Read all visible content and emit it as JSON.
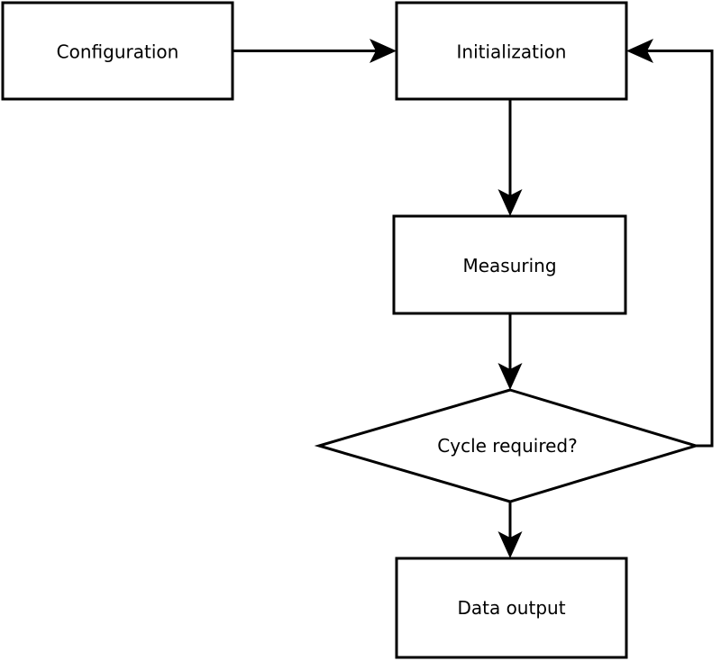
{
  "diagram": {
    "type": "flowchart",
    "background_color": "#ffffff",
    "stroke_color": "#000000",
    "text_color": "#000000",
    "nodes": [
      {
        "id": "configuration",
        "label": "Configuration",
        "shape": "rectangle"
      },
      {
        "id": "initialization",
        "label": "Initialization",
        "shape": "rectangle"
      },
      {
        "id": "measuring",
        "label": "Measuring",
        "shape": "rectangle"
      },
      {
        "id": "cycle-required",
        "label": "Cycle required?",
        "shape": "diamond"
      },
      {
        "id": "data-output",
        "label": "Data output",
        "shape": "rectangle"
      }
    ],
    "edges": [
      {
        "from": "configuration",
        "to": "initialization",
        "direction": "right"
      },
      {
        "from": "initialization",
        "to": "measuring",
        "direction": "down"
      },
      {
        "from": "measuring",
        "to": "cycle-required",
        "direction": "down"
      },
      {
        "from": "cycle-required",
        "to": "data-output",
        "direction": "down"
      },
      {
        "from": "cycle-required",
        "to": "initialization",
        "direction": "loop-right-up"
      }
    ]
  }
}
